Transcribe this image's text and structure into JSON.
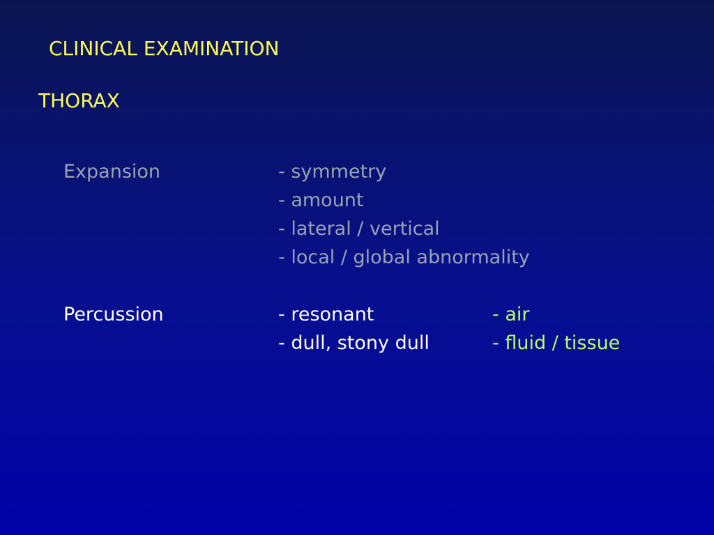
{
  "slide": {
    "title": "CLINICAL EXAMINATION",
    "subtitle": "THORAX",
    "expansion": {
      "label": "Expansion",
      "items": [
        "- symmetry",
        "- amount",
        "- lateral / vertical",
        "- local / global abnormality"
      ]
    },
    "percussion": {
      "label": "Percussion",
      "rows": [
        {
          "sound": "- resonant",
          "cause": "- air"
        },
        {
          "sound": "- dull, stony dull",
          "cause": "- fluid / tissue"
        }
      ]
    },
    "colors": {
      "title": "#ffff55",
      "expansion_text": "#9aa3b3",
      "percussion_text": "#ffffff",
      "percussion_cause": "#b6ff66",
      "background_top": "#0a1550",
      "background_bottom": "#0202a8"
    }
  }
}
